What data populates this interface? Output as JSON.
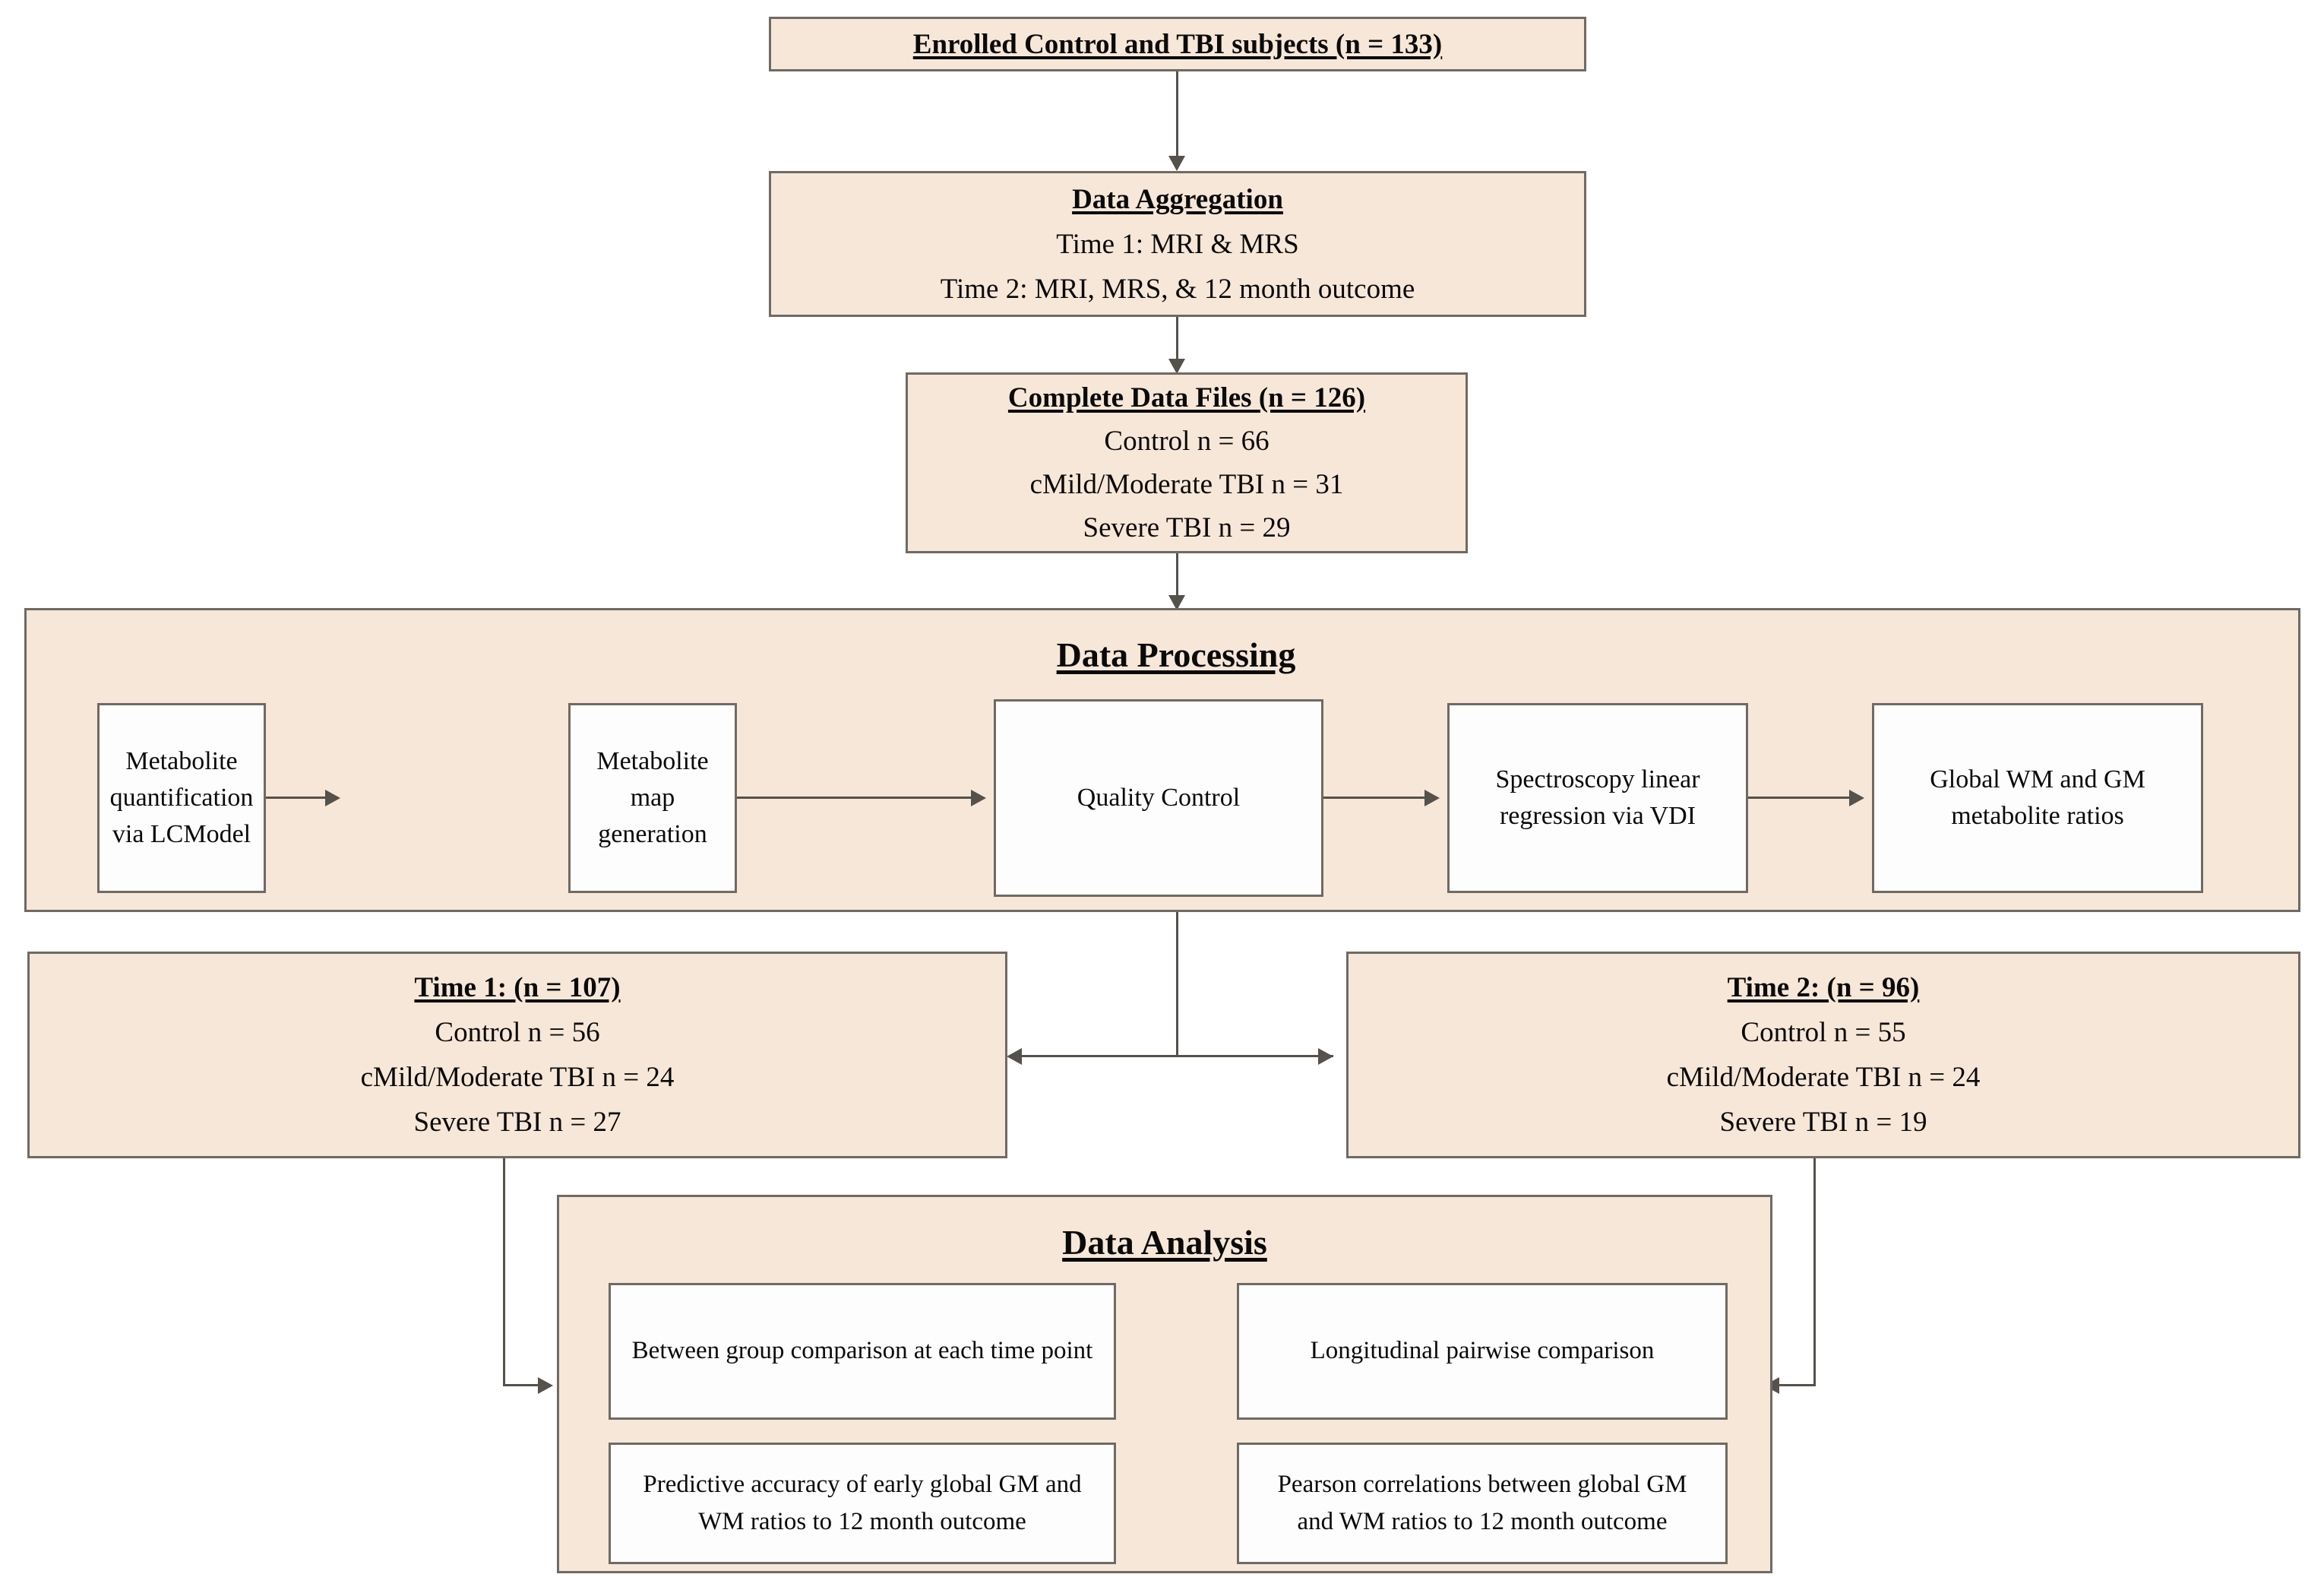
{
  "figure": {
    "type": "flowchart",
    "colors": {
      "box_fill": "#f7e7d8",
      "inner_box_fill": "#fdfdfd",
      "border": "#6f6a63",
      "connector": "#55514b",
      "text": "#0a0a0a",
      "background": "#ffffff"
    }
  },
  "nodes": {
    "enrolled": {
      "title": "Enrolled Control and TBI subjects (n = 133)"
    },
    "aggregation": {
      "title": "Data Aggregation",
      "lines": [
        "Time 1: MRI & MRS",
        "Time 2: MRI, MRS, & 12 month outcome"
      ]
    },
    "complete_files": {
      "title": "Complete Data Files (n = 126)",
      "lines": [
        "Control n = 66",
        "cMild/Moderate TBI n = 31",
        "Severe TBI n = 29"
      ]
    },
    "data_processing": {
      "title": "Data Processing",
      "steps": [
        "Metabolite quantification via LCModel",
        "Metabolite map generation",
        "Quality Control",
        "Spectroscopy linear regression via VDI",
        "Global WM and GM metabolite ratios"
      ]
    },
    "time1": {
      "title": "Time 1: (n = 107)",
      "lines": [
        "Control n = 56",
        "cMild/Moderate TBI n = 24",
        "Severe TBI n = 27"
      ]
    },
    "time2": {
      "title": "Time 2: (n = 96)",
      "lines": [
        "Control n = 55",
        "cMild/Moderate TBI n = 24",
        "Severe TBI n = 19"
      ]
    },
    "data_analysis": {
      "title": "Data Analysis",
      "items": [
        "Between group comparison at each time point",
        "Longitudinal pairwise comparison",
        "Predictive accuracy of early global GM and WM ratios to 12 month outcome",
        "Pearson correlations between global GM and WM ratios to 12 month outcome"
      ]
    }
  }
}
